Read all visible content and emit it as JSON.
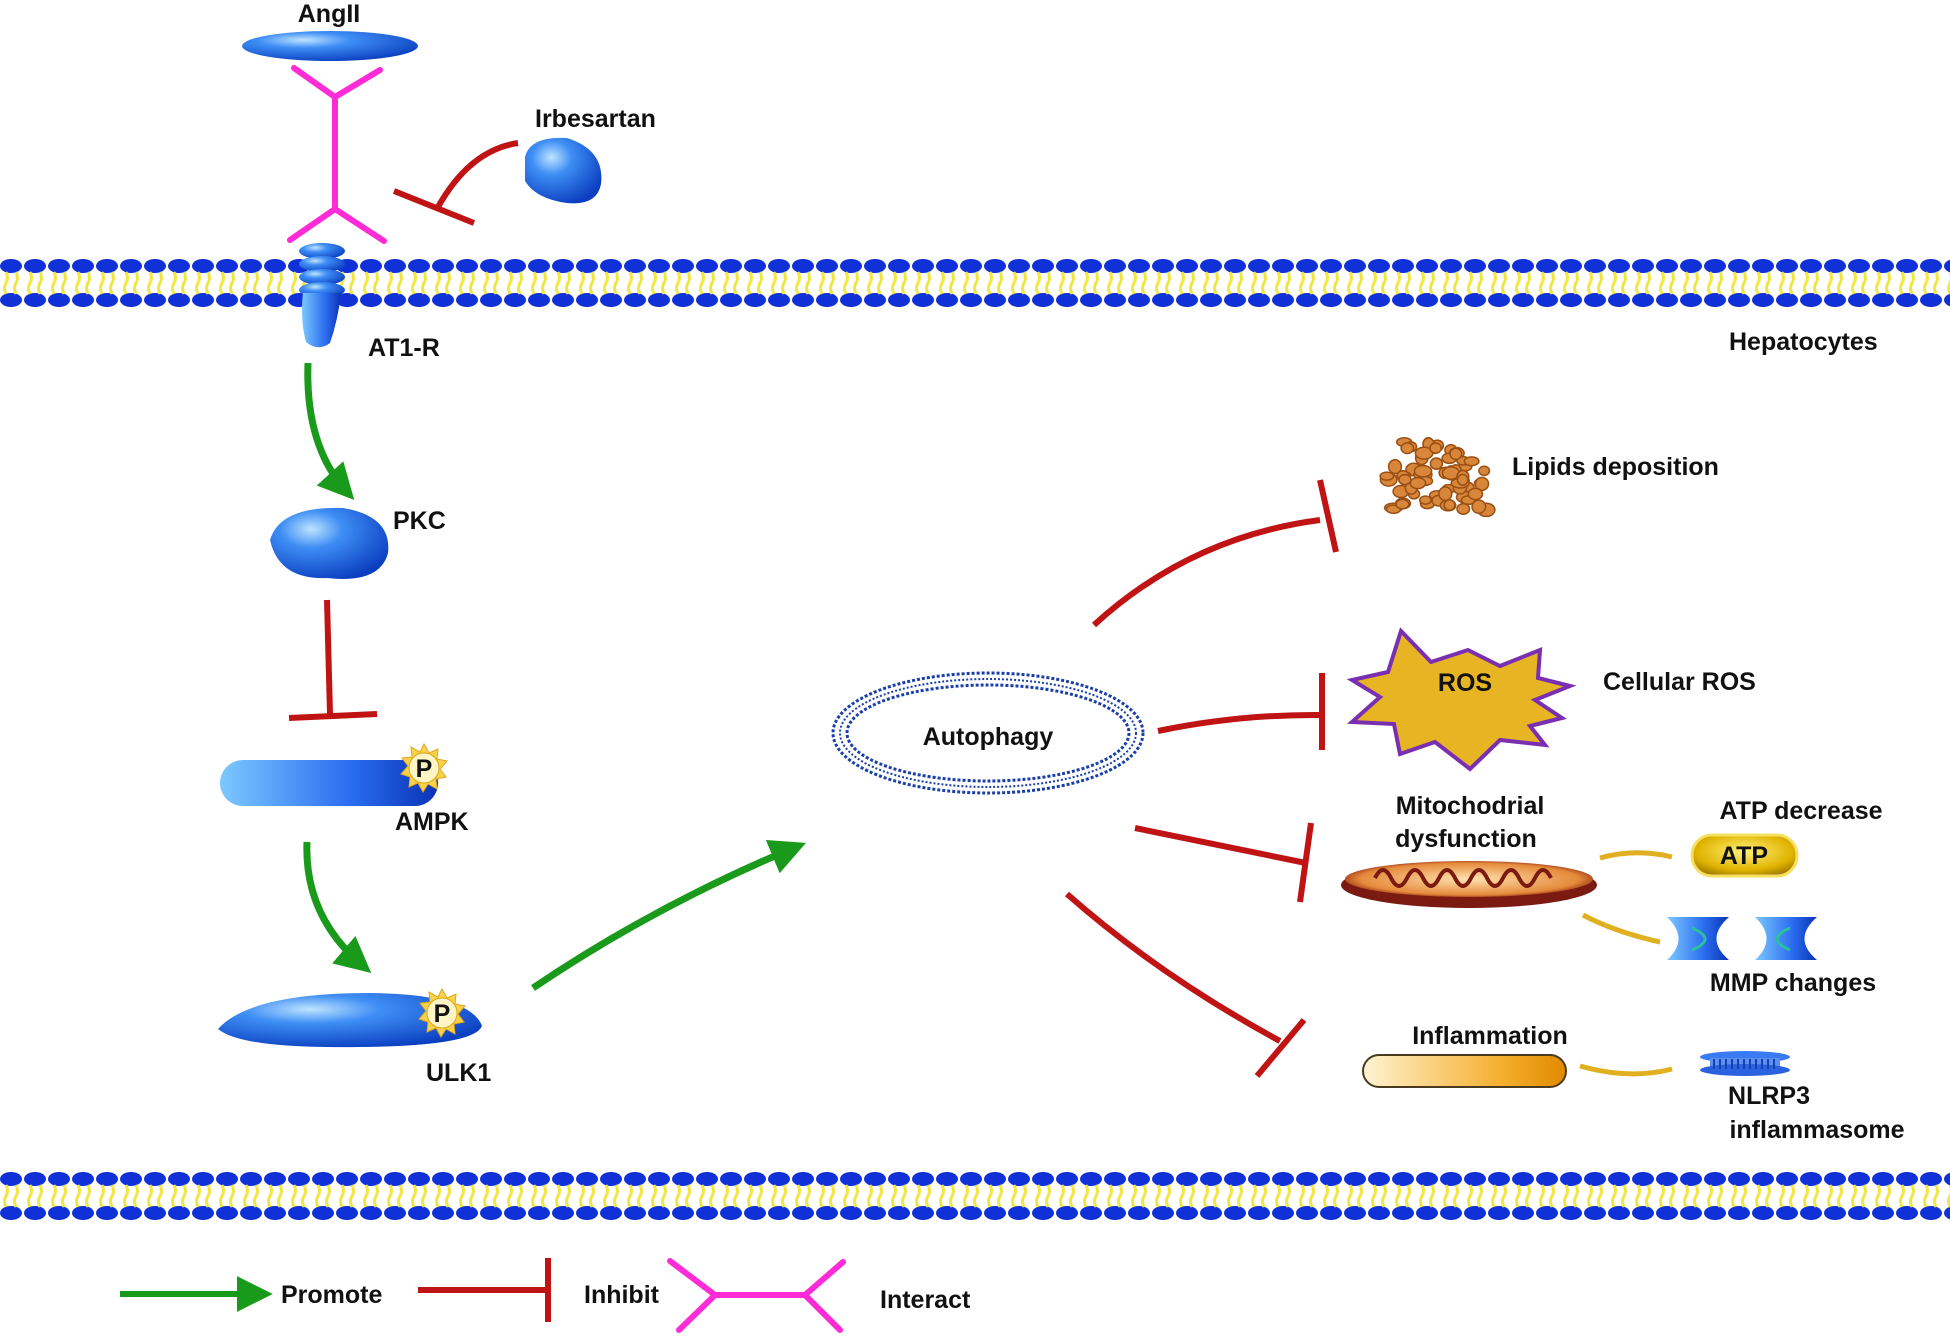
{
  "nodes": {
    "angII": "AngII",
    "irbesartan": "Irbesartan",
    "at1r": "AT1-R",
    "hepatocytes": "Hepatocytes",
    "pkc": "PKC",
    "ampk": "AMPK",
    "ampk_phospho": "P",
    "ulk1": "ULK1",
    "ulk1_phospho": "P",
    "autophagy": "Autophagy",
    "lipids": "Lipids deposition",
    "ros_star": "ROS",
    "cellular_ros": "Cellular ROS",
    "mito_line1": "Mitochodrial",
    "mito_line2": "dysfunction",
    "atp_decrease": "ATP decrease",
    "atp_pill": "ATP",
    "mmp": "MMP changes",
    "inflammation": "Inflammation",
    "nlrp3_line1": "NLRP3",
    "nlrp3_line2": "inflammasome"
  },
  "legend": {
    "promote": "Promote",
    "inhibit": "Inhibit",
    "interact": "Interact"
  },
  "colors": {
    "promote": "#1a9a1a",
    "inhibit": "#c01414",
    "interact": "#ff2bd6",
    "protein": "#1e64e0",
    "membrane_head": "#1030d8",
    "membrane_tail": "#f2e640",
    "ros": "#e7b423",
    "ros_border": "#7a2fb2",
    "link": "#e0b020"
  },
  "icons": [
    "phospho-burst-icon",
    "membrane-icon",
    "mitochondrion-icon",
    "mmp-channel-icon",
    "lipid-droplet-icon",
    "nlrp3-icon"
  ]
}
